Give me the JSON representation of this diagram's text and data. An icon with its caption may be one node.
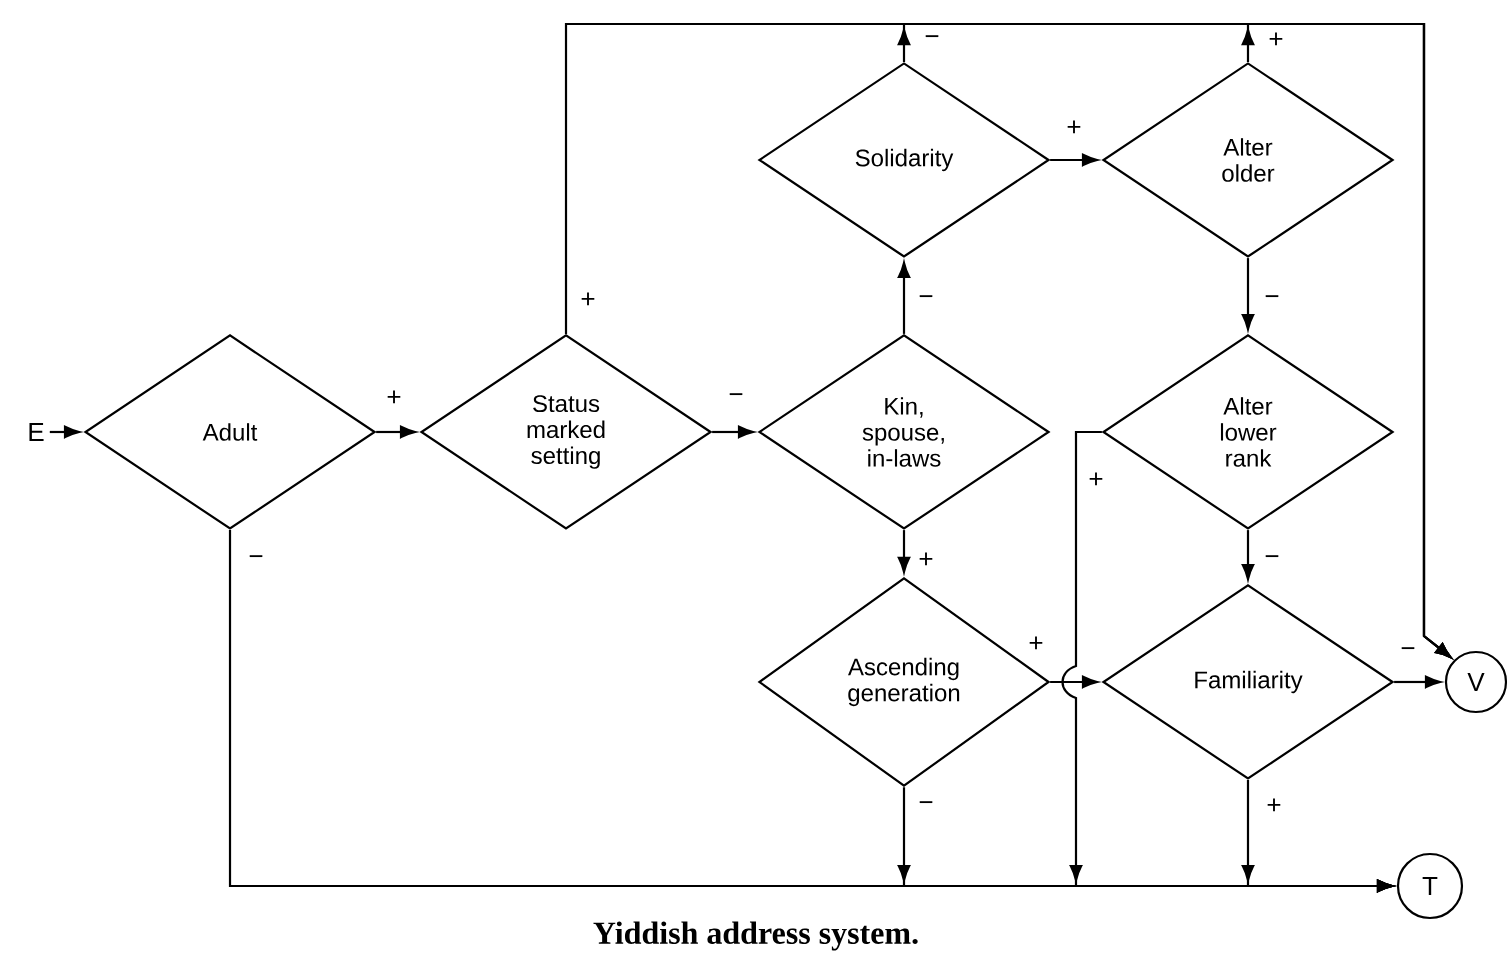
{
  "diagram": {
    "caption": "Yiddish address system.",
    "nodes": [
      {
        "text": [
          "E"
        ]
      },
      {
        "text": [
          "Adult"
        ]
      },
      {
        "text": [
          "Status marked setting"
        ]
      },
      {
        "text": [
          "Kin, spouse, in-laws"
        ]
      },
      {
        "text": [
          "Solidarity"
        ]
      },
      {
        "text": [
          "Alter older"
        ]
      },
      {
        "text": [
          "Alter lower rank"
        ]
      },
      {
        "text": [
          "Ascending generation"
        ]
      },
      {
        "text": [
          "Familiarity"
        ]
      },
      {
        "text": [
          "V"
        ]
      },
      {
        "text": [
          "T"
        ]
      }
    ],
    "edges": [
      {
        "from": 0,
        "to": 1,
        "arrow": "to"
      },
      {
        "from": 1,
        "to": 2,
        "arrow": "to",
        "label": "+"
      },
      {
        "from": 1,
        "to": 10,
        "arrow": "to",
        "label": "−"
      },
      {
        "from": 2,
        "to": 3,
        "arrow": "to",
        "label": "−"
      },
      {
        "from": 2,
        "to": 9,
        "arrow": "to",
        "label": "+"
      },
      {
        "from": 3,
        "to": 4,
        "arrow": "to",
        "label": "−"
      },
      {
        "from": 3,
        "to": 7,
        "arrow": "to",
        "label": "+"
      },
      {
        "from": 4,
        "to": 5,
        "arrow": "to",
        "label": "+"
      },
      {
        "from": 4,
        "to": 9,
        "arrow": "to",
        "label": "−"
      },
      {
        "from": 5,
        "to": 9,
        "arrow": "to",
        "label": "+"
      },
      {
        "from": 5,
        "to": 6,
        "arrow": "to",
        "label": "−"
      },
      {
        "from": 6,
        "to": 8,
        "arrow": "to",
        "label": "−"
      },
      {
        "from": 6,
        "to": 10,
        "arrow": "to",
        "label": "+"
      },
      {
        "from": 7,
        "to": 8,
        "arrow": "to",
        "label": "+"
      },
      {
        "from": 7,
        "to": 10,
        "arrow": "to",
        "label": "−"
      },
      {
        "from": 8,
        "to": 9,
        "arrow": "to",
        "label": "−"
      },
      {
        "from": 8,
        "to": 10,
        "arrow": "to",
        "label": "+"
      }
    ]
  }
}
